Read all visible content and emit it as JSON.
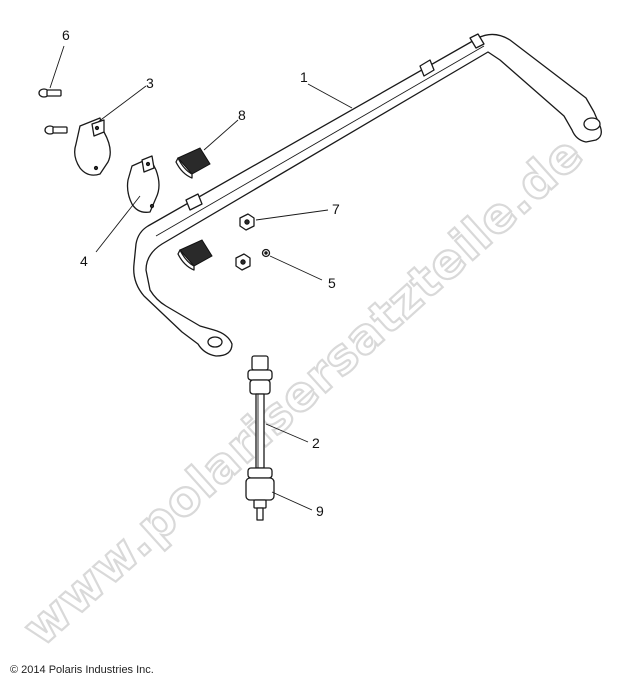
{
  "watermark": "www.polarisersatzteile.de",
  "copyright": "© 2014 Polaris Industries Inc.",
  "callouts": {
    "c1": "1",
    "c2": "2",
    "c3": "3",
    "c4": "4",
    "c5": "5",
    "c6": "6",
    "c7": "7",
    "c8": "8",
    "c9": "9"
  }
}
